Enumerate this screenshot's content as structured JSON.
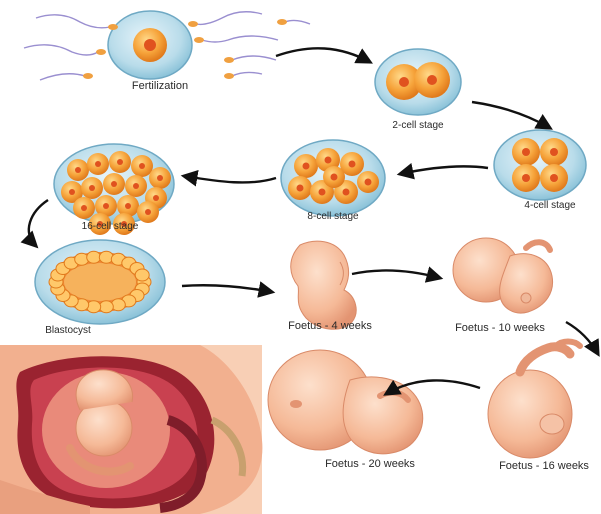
{
  "diagram": {
    "labels": {
      "fertilization": "Fertilization",
      "cell2": "2-cell stage",
      "cell4": "4-cell stage",
      "cell8": "8-cell stage",
      "cell16": "16-cell stage",
      "blastocyst": "Blastocyst",
      "foetus4": "Foetus - 4 weeks",
      "foetus10": "Foetus - 10 weeks",
      "foetus16": "Foetus - 16 weeks",
      "foetus20": "Foetus - 20 weeks"
    },
    "colors": {
      "membrane": "#b9dcea",
      "membrane_edge": "#6fa9c4",
      "cell": "#f6a33a",
      "cell_light": "#ffd27a",
      "nucleus": "#e0521f",
      "skin": "#f5b997",
      "skin_dark": "#e08d6d",
      "arrow": "#111111",
      "sperm": "#9a8fd0"
    }
  }
}
